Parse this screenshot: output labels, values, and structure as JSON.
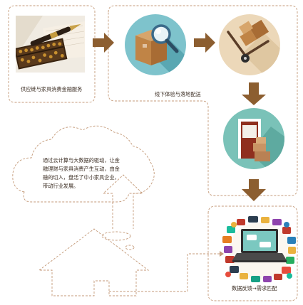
{
  "labels": {
    "finance": "供应链与家具消费金融服务",
    "offline": "线下体验与落地配送",
    "feedback": "数据反馈→需求匹配"
  },
  "description_lines": [
    "通过云计算与大数据的驱动，让金",
    "融理财与家具消费产生互动，由金",
    "融的切入，盘活了中小家具企业，",
    "带动行业发展。"
  ],
  "colors": {
    "arrow": "#8c5e30",
    "dashed": "#c49a79",
    "circle_teal": "#7ec3cc",
    "circle_cream": "#ecd8b9",
    "circle_green": "#7ac2b8",
    "bubble": "#eab23e"
  },
  "icons": [
    "abacus-pen-photo",
    "box-magnifier-icon",
    "hand-truck-boxes-icon",
    "door-boxes-icon",
    "laptop-chat-bubbles-icon",
    "cloud-upload-icon",
    "house-icon"
  ]
}
